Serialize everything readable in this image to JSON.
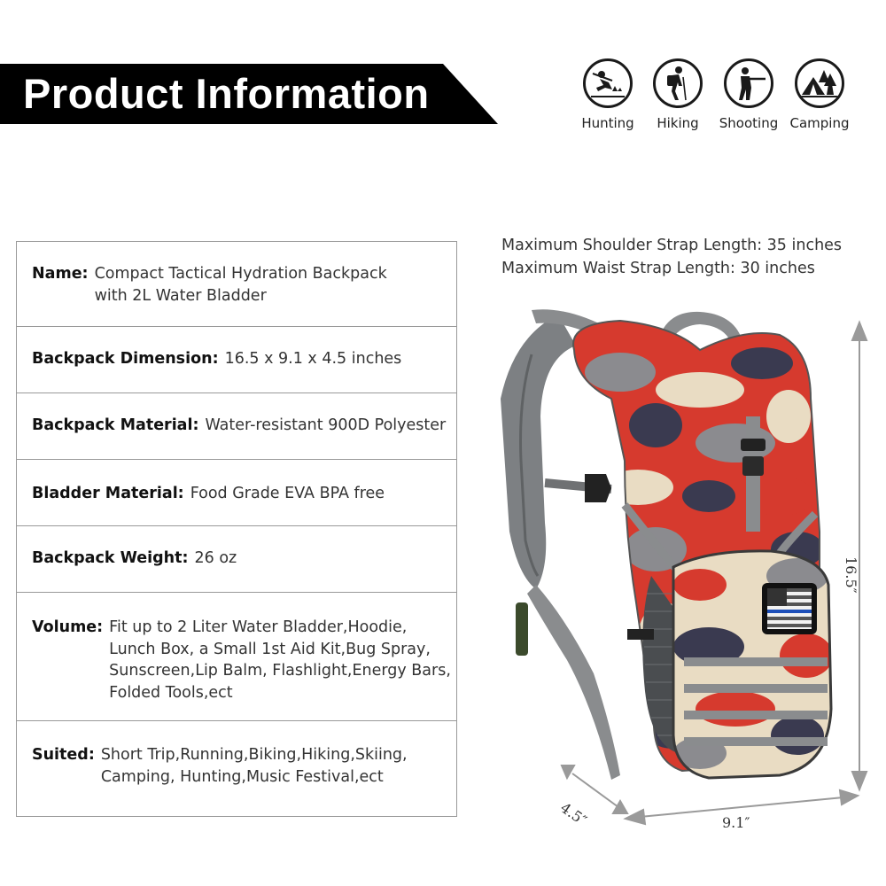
{
  "header": {
    "title": "Product Information"
  },
  "activities": [
    {
      "label": "Hunting",
      "icon": "hunting-icon"
    },
    {
      "label": "Hiking",
      "icon": "hiking-icon"
    },
    {
      "label": "Shooting",
      "icon": "shooting-icon"
    },
    {
      "label": "Camping",
      "icon": "camping-icon"
    }
  ],
  "specs": [
    {
      "key": "Name:",
      "value": "Compact Tactical Hydration Backpack\nwith 2L Water Bladder"
    },
    {
      "key": "Backpack Dimension:",
      "value": "16.5 x 9.1 x 4.5 inches"
    },
    {
      "key": "Backpack Material:",
      "value": "Water-resistant 900D Polyester"
    },
    {
      "key": "Bladder Material:",
      "value": "Food Grade EVA BPA free"
    },
    {
      "key": "Backpack Weight:",
      "value": "26 oz"
    },
    {
      "key": "Volume:",
      "value": "Fit up to 2 Liter Water Bladder,Hoodie,\nLunch Box, a Small 1st Aid Kit,Bug Spray,\nSunscreen,Lip Balm, Flashlight,Energy Bars,\nFolded Tools,ect"
    },
    {
      "key": "Suited:",
      "value": "Short Trip,Running,Biking,Hiking,Skiing,\nCamping, Hunting,Music Festival,ect"
    }
  ],
  "strap_info": {
    "shoulder": "Maximum Shoulder Strap Length: 35 inches",
    "waist": "Maximum Waist Strap Length: 30 inches"
  },
  "dimensions": {
    "height": "16.5″",
    "width": "9.1″",
    "depth": "4.5″"
  },
  "product_image": {
    "icon": "camo-backpack-image",
    "flag": "usa-flag-patch-icon"
  },
  "colors": {
    "banner": "#000000",
    "camo_red": "#d63a2e",
    "camo_grey": "#8b8b8f",
    "camo_navy": "#3a3a50",
    "camo_cream": "#e9dcc3",
    "strap_grey": "#8a8c8e"
  }
}
